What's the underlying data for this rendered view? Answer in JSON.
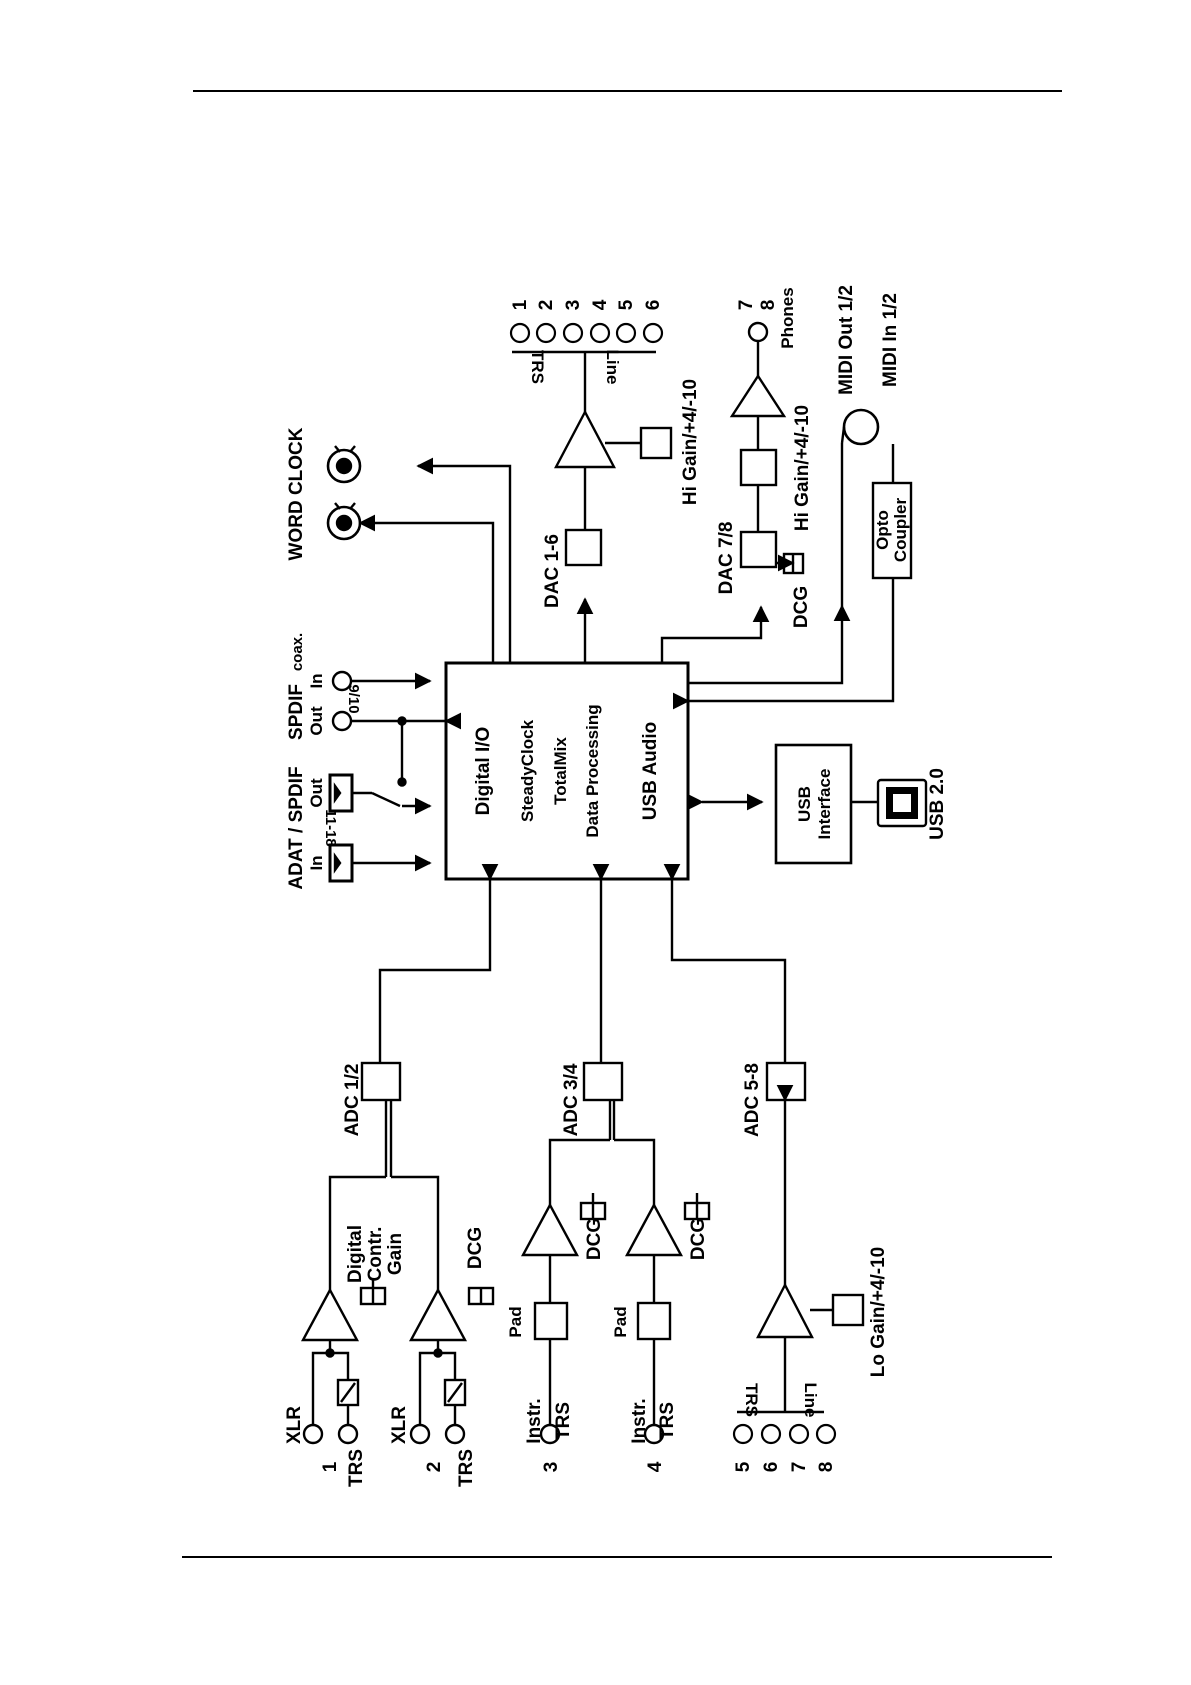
{
  "block": {
    "title": "Digital I/O",
    "lines": [
      "SteadyClock",
      "TotalMix",
      "Data Processing"
    ],
    "usb_audio": "USB Audio"
  },
  "usb_interface": [
    "USB",
    "Interface"
  ],
  "usb_port": "USB 2.0",
  "word_clock": "WORD CLOCK",
  "spdif_coax": {
    "top": "SPDIF",
    "suffix": "coax.",
    "out": "Out",
    "in": "In",
    "channels": "9/10"
  },
  "adat_spdif": {
    "top": "ADAT / SPDIF",
    "in": "In",
    "out": "Out",
    "channels": "11-18"
  },
  "midi": {
    "out": "MIDI Out 1/2",
    "in": "MIDI In 1/2"
  },
  "opto": [
    "Opto",
    "Coupler"
  ],
  "dac16": {
    "label": "DAC 1-6",
    "gain": "Hi Gain/+4/-10",
    "line": "Line",
    "trs": "TRS",
    "channels": [
      "1",
      "2",
      "3",
      "4",
      "5",
      "6"
    ]
  },
  "dac78": {
    "label": "DAC 7/8",
    "gain": "Hi Gain/+4/-10",
    "dcg": "DCG",
    "channels": [
      "7",
      "8"
    ],
    "phones": "Phones"
  },
  "adc12": {
    "label": "ADC 1/2",
    "digital_gain": [
      "Digital",
      "Contr.",
      "Gain"
    ],
    "dcg": "DCG",
    "ch1": {
      "num": "1",
      "xlr": "XLR",
      "trs": "TRS"
    },
    "ch2": {
      "num": "2",
      "xlr": "XLR",
      "trs": "TRS"
    }
  },
  "adc34": {
    "label": "ADC 3/4",
    "dcg": "DCG",
    "pad": "Pad",
    "ch3": {
      "num": "3",
      "instr": "Instr.",
      "trs": "TRS"
    },
    "ch4": {
      "num": "4",
      "instr": "Instr.",
      "trs": "TRS"
    }
  },
  "adc58": {
    "label": "ADC 5-8",
    "gain": "Lo Gain/+4/-10",
    "trs": "TRS",
    "line": "Line",
    "channels": [
      "5",
      "6",
      "7",
      "8"
    ]
  }
}
